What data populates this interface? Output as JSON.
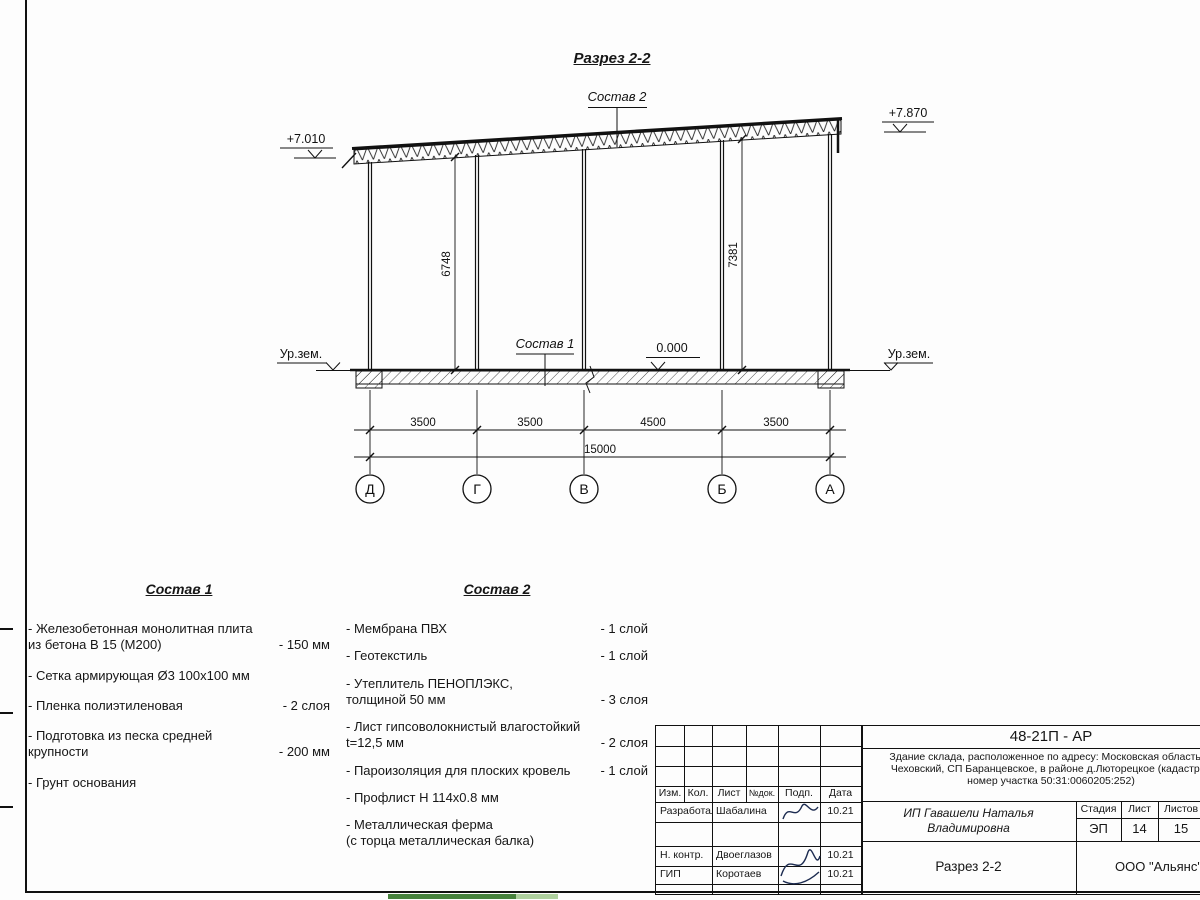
{
  "section": {
    "title": "Разрез 2-2",
    "elev_left": "+7.010",
    "elev_right": "+7.870",
    "elev_zero": "0.000",
    "ground_left": "Ур.зем.",
    "ground_right": "Ур.зем.",
    "callout_roof": "Состав 2",
    "callout_floor": "Состав 1",
    "dim_height_left": "6748",
    "dim_height_right": "7381",
    "dims_span": [
      "3500",
      "3500",
      "4500",
      "3500"
    ],
    "dim_total": "15000",
    "axes": [
      "Д",
      "Г",
      "В",
      "Б",
      "А"
    ]
  },
  "sostav1": {
    "title": "Состав 1",
    "items": [
      {
        "text": "- Железобетонная  монолитная плита\nиз бетона В 15 (М200)",
        "qty": "- 150 мм"
      },
      {
        "text": "- Сетка армирующая Ø3 100х100 мм",
        "qty": ""
      },
      {
        "text": "- Пленка полиэтиленовая",
        "qty": "-  2 слоя"
      },
      {
        "text": "- Подготовка из песка средней\nкрупности",
        "qty": "- 200 мм"
      },
      {
        "text": "- Грунт основания",
        "qty": ""
      }
    ]
  },
  "sostav2": {
    "title": "Состав 2",
    "items": [
      {
        "text": "- Мембрана ПВХ",
        "qty": "- 1 слой"
      },
      {
        "text": "- Геотекстиль",
        "qty": "- 1 слой"
      },
      {
        "text": "- Утеплитель ПЕНОПЛЭКС,\nтолщиной 50 мм",
        "qty": "- 3 слоя"
      },
      {
        "text": "- Лист гипсоволокнистый влагостойкий\nt=12,5 мм",
        "qty": "- 2 слоя"
      },
      {
        "text": "- Пароизоляция для плоских кровель",
        "qty": "- 1 слой"
      },
      {
        "text": "- Профлист Н 114х0.8 мм",
        "qty": ""
      },
      {
        "text": "- Металлическая ферма\n(с торца металлическая балка)",
        "qty": ""
      }
    ]
  },
  "titleblock": {
    "code": "48-21П - АР",
    "desc_lines": [
      "Здание склада, расположенное по адресу: Московская область, р",
      "Чеховский, СП Баранцевское, в районе д.Люторецкое  (кадастров",
      "номер участка 50:31:0060205:252)"
    ],
    "cols": [
      "Изм.",
      "Кол.",
      "Лист",
      "№док.",
      "Подп.",
      "Дата"
    ],
    "developer_role": "Разработал",
    "developer_name": "Шабалина",
    "developer_date": "10.21",
    "ncontrol_role": "Н. контр.",
    "ncontrol_name": "Двоеглазов",
    "ncontrol_date": "10.21",
    "gip_role": "ГИП",
    "gip_name": "Коротаев",
    "gip_date": "10.21",
    "client": "ИП Гавашели Наталья Владимировна",
    "stage_label": "Стадия",
    "sheet_label": "Лист",
    "sheets_label": "Листов",
    "stage": "ЭП",
    "sheet": "14",
    "sheets": "15",
    "drawing_name": "Разрез 2-2",
    "company": "ООО \"Альянс\""
  }
}
